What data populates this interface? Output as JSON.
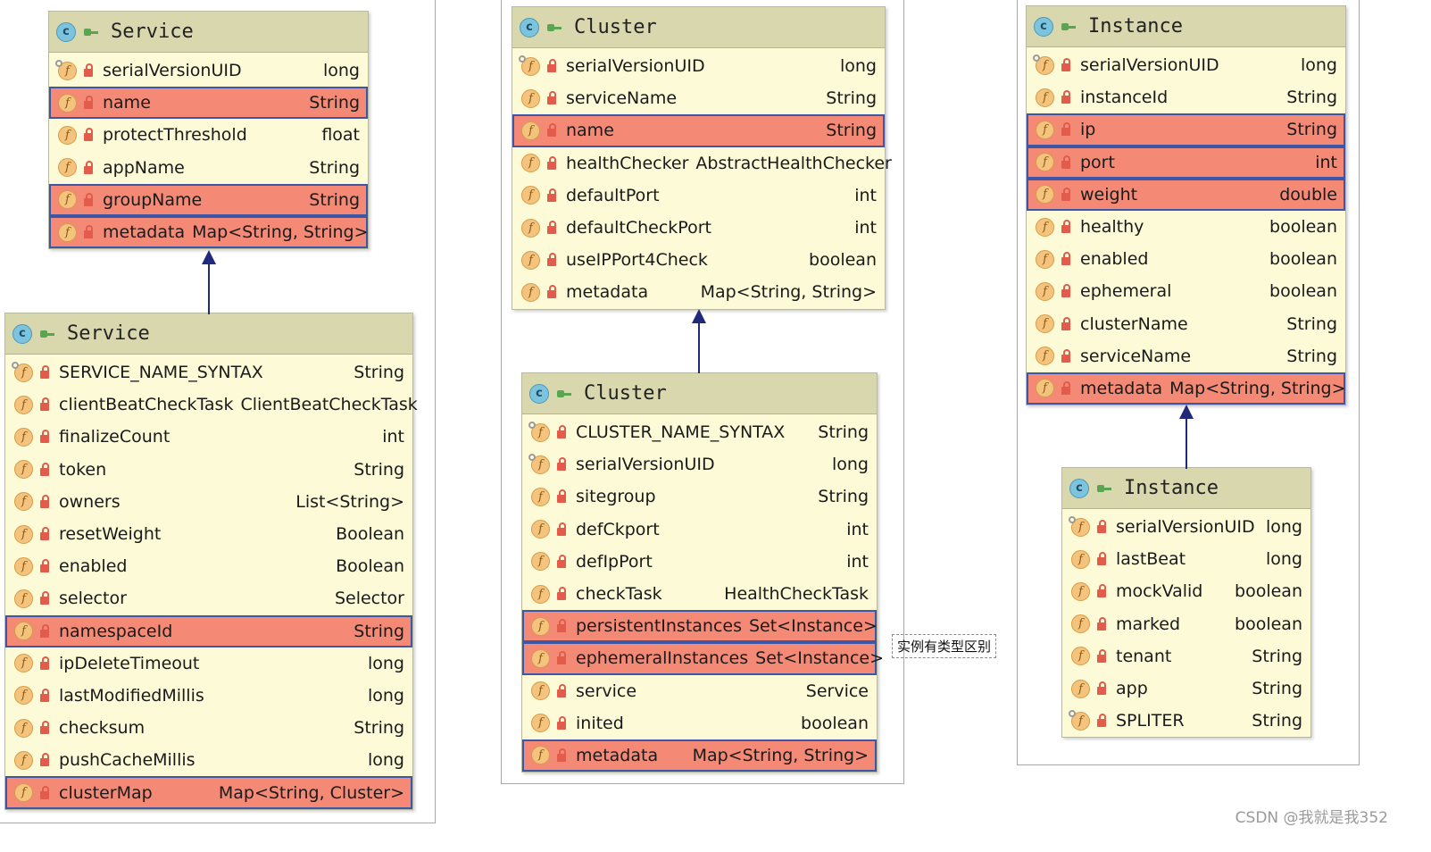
{
  "colors": {
    "class_body": "#fcfad7",
    "class_header": "#d9d7ad",
    "highlight_fill": "#f48a76",
    "highlight_border": "#3d56a6",
    "arrow": "#1f2a7a"
  },
  "classes": [
    {
      "id": "service-top",
      "title": "Service",
      "fields": [
        {
          "name": "serialVersionUID",
          "type": "long",
          "static": true,
          "highlight": false
        },
        {
          "name": "name",
          "type": "String",
          "static": false,
          "highlight": true
        },
        {
          "name": "protectThreshold",
          "type": "float",
          "static": false,
          "highlight": false
        },
        {
          "name": "appName",
          "type": "String",
          "static": false,
          "highlight": false
        },
        {
          "name": "groupName",
          "type": "String",
          "static": false,
          "highlight": true
        },
        {
          "name": "metadata",
          "type": "Map<String, String>",
          "static": false,
          "highlight": true
        }
      ]
    },
    {
      "id": "service-bottom",
      "title": "Service",
      "fields": [
        {
          "name": "SERVICE_NAME_SYNTAX",
          "type": "String",
          "static": true,
          "highlight": false
        },
        {
          "name": "clientBeatCheckTask",
          "type": "ClientBeatCheckTask",
          "static": false,
          "highlight": false
        },
        {
          "name": "finalizeCount",
          "type": "int",
          "static": false,
          "highlight": false
        },
        {
          "name": "token",
          "type": "String",
          "static": false,
          "highlight": false
        },
        {
          "name": "owners",
          "type": "List<String>",
          "static": false,
          "highlight": false
        },
        {
          "name": "resetWeight",
          "type": "Boolean",
          "static": false,
          "highlight": false
        },
        {
          "name": "enabled",
          "type": "Boolean",
          "static": false,
          "highlight": false
        },
        {
          "name": "selector",
          "type": "Selector",
          "static": false,
          "highlight": false
        },
        {
          "name": "namespaceId",
          "type": "String",
          "static": false,
          "highlight": true
        },
        {
          "name": "ipDeleteTimeout",
          "type": "long",
          "static": false,
          "highlight": false
        },
        {
          "name": "lastModifiedMillis",
          "type": "long",
          "static": false,
          "highlight": false
        },
        {
          "name": "checksum",
          "type": "String",
          "static": false,
          "highlight": false
        },
        {
          "name": "pushCacheMillis",
          "type": "long",
          "static": false,
          "highlight": false
        },
        {
          "name": "clusterMap",
          "type": "Map<String, Cluster>",
          "static": false,
          "highlight": true
        }
      ]
    },
    {
      "id": "cluster-top",
      "title": "Cluster",
      "fields": [
        {
          "name": "serialVersionUID",
          "type": "long",
          "static": true,
          "highlight": false
        },
        {
          "name": "serviceName",
          "type": "String",
          "static": false,
          "highlight": false
        },
        {
          "name": "name",
          "type": "String",
          "static": false,
          "highlight": true
        },
        {
          "name": "healthChecker",
          "type": "AbstractHealthChecker",
          "static": false,
          "highlight": false
        },
        {
          "name": "defaultPort",
          "type": "int",
          "static": false,
          "highlight": false
        },
        {
          "name": "defaultCheckPort",
          "type": "int",
          "static": false,
          "highlight": false
        },
        {
          "name": "useIPPort4Check",
          "type": "boolean",
          "static": false,
          "highlight": false
        },
        {
          "name": "metadata",
          "type": "Map<String, String>",
          "static": false,
          "highlight": false
        }
      ]
    },
    {
      "id": "cluster-bottom",
      "title": "Cluster",
      "fields": [
        {
          "name": "CLUSTER_NAME_SYNTAX",
          "type": "String",
          "static": true,
          "highlight": false
        },
        {
          "name": "serialVersionUID",
          "type": "long",
          "static": true,
          "highlight": false
        },
        {
          "name": "sitegroup",
          "type": "String",
          "static": false,
          "highlight": false
        },
        {
          "name": "defCkport",
          "type": "int",
          "static": false,
          "highlight": false
        },
        {
          "name": "defIpPort",
          "type": "int",
          "static": false,
          "highlight": false
        },
        {
          "name": "checkTask",
          "type": "HealthCheckTask",
          "static": false,
          "highlight": false
        },
        {
          "name": "persistentInstances",
          "type": "Set<Instance>",
          "static": false,
          "highlight": true
        },
        {
          "name": "ephemeralInstances",
          "type": "Set<Instance>",
          "static": false,
          "highlight": true
        },
        {
          "name": "service",
          "type": "Service",
          "static": false,
          "highlight": false
        },
        {
          "name": "inited",
          "type": "boolean",
          "static": false,
          "highlight": false
        },
        {
          "name": "metadata",
          "type": "Map<String, String>",
          "static": false,
          "highlight": true
        }
      ]
    },
    {
      "id": "instance-top",
      "title": "Instance",
      "fields": [
        {
          "name": "serialVersionUID",
          "type": "long",
          "static": true,
          "highlight": false
        },
        {
          "name": "instanceId",
          "type": "String",
          "static": false,
          "highlight": false
        },
        {
          "name": "ip",
          "type": "String",
          "static": false,
          "highlight": true
        },
        {
          "name": "port",
          "type": "int",
          "static": false,
          "highlight": true
        },
        {
          "name": "weight",
          "type": "double",
          "static": false,
          "highlight": true
        },
        {
          "name": "healthy",
          "type": "boolean",
          "static": false,
          "highlight": false
        },
        {
          "name": "enabled",
          "type": "boolean",
          "static": false,
          "highlight": false
        },
        {
          "name": "ephemeral",
          "type": "boolean",
          "static": false,
          "highlight": false
        },
        {
          "name": "clusterName",
          "type": "String",
          "static": false,
          "highlight": false
        },
        {
          "name": "serviceName",
          "type": "String",
          "static": false,
          "highlight": false
        },
        {
          "name": "metadata",
          "type": "Map<String, String>",
          "static": false,
          "highlight": true
        }
      ]
    },
    {
      "id": "instance-bottom",
      "title": "Instance",
      "fields": [
        {
          "name": "serialVersionUID",
          "type": "long",
          "static": true,
          "highlight": false
        },
        {
          "name": "lastBeat",
          "type": "long",
          "static": false,
          "highlight": false
        },
        {
          "name": "mockValid",
          "type": "boolean",
          "static": false,
          "highlight": false
        },
        {
          "name": "marked",
          "type": "boolean",
          "static": false,
          "highlight": false
        },
        {
          "name": "tenant",
          "type": "String",
          "static": false,
          "highlight": false
        },
        {
          "name": "app",
          "type": "String",
          "static": false,
          "highlight": false
        },
        {
          "name": "SPLITER",
          "type": "String",
          "static": true,
          "highlight": false
        }
      ]
    }
  ],
  "note": "实例有类型区别",
  "watermark": "CSDN @我就是我352"
}
